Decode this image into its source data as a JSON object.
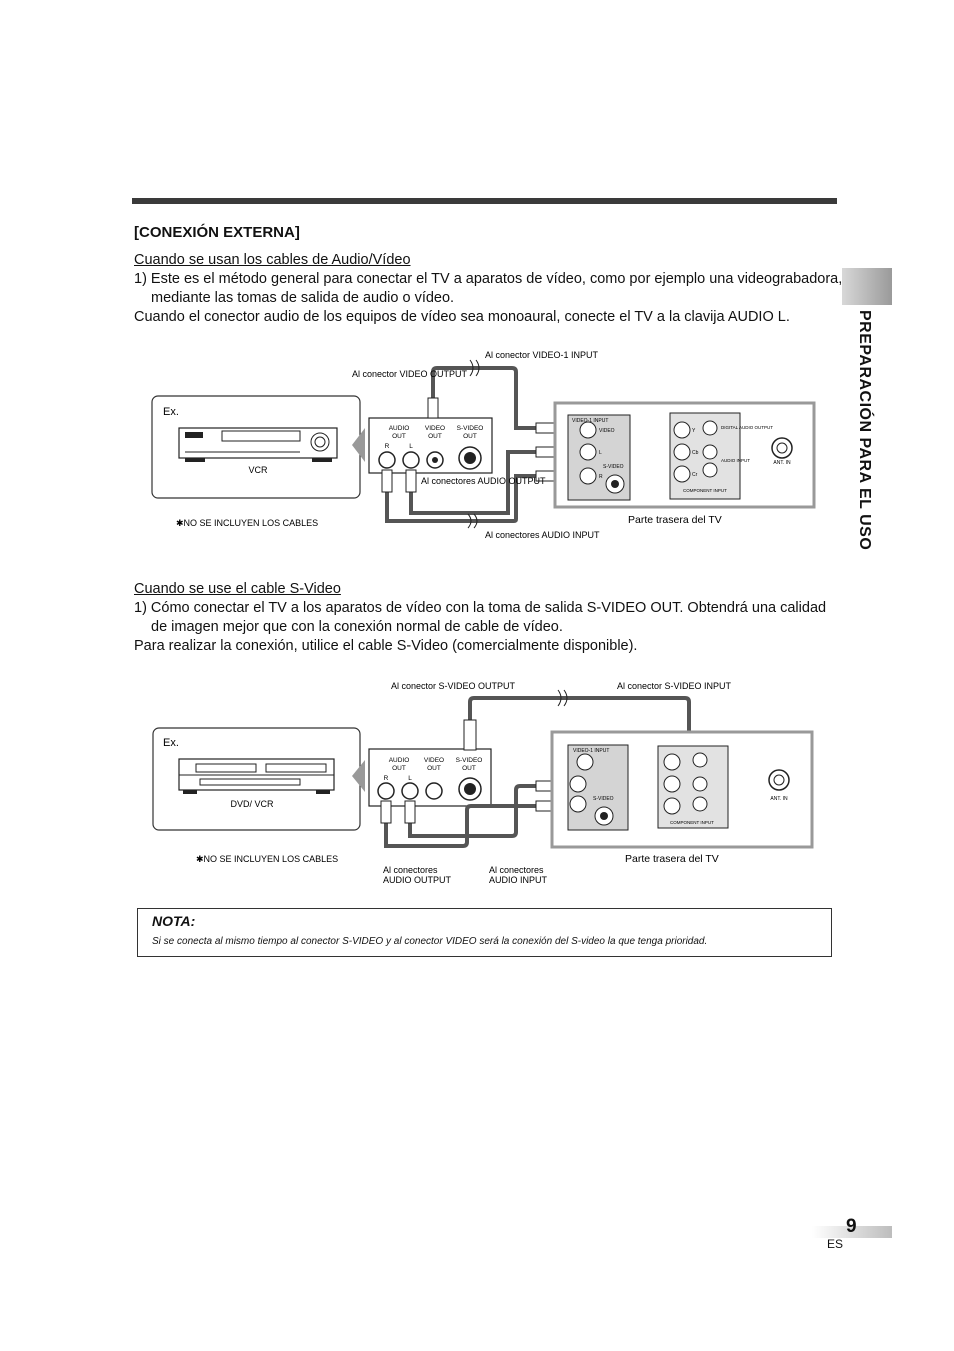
{
  "side_tab": {
    "label": "PREPARACIÓN PARA EL USO"
  },
  "section": {
    "title": "[CONEXIÓN EXTERNA]",
    "sub1": {
      "heading": "Cuando se usan los cables de Audio/Vídeo",
      "line1": "1) Este es el método general para conectar el TV a aparatos de vídeo, como por ejemplo una videograbadora,",
      "line2": "mediante las tomas de salida de audio o vídeo.",
      "line3": "Cuando el conector audio de los equipos de vídeo sea monoaural, conecte el TV a la clavija AUDIO L."
    },
    "sub2": {
      "heading": "Cuando se use el cable S-Video",
      "line1": "1) Cómo conectar el TV a los aparatos de vídeo con la toma de salida S-VIDEO OUT. Obtendrá una calidad",
      "line2": "de imagen mejor que con la conexión normal de cable de vídeo.",
      "line3": "Para realizar la conexión, utilice el cable S-Video (comercialmente disponible)."
    }
  },
  "diagram1": {
    "ex": "Ex.",
    "device": "VCR",
    "no_cables": "✱NO SE INCLUYEN LOS CABLES",
    "to_video_output": "Al conector VIDEO OUTPUT",
    "to_video1_input": "Al conector VIDEO-1 INPUT",
    "audio_output": "Al conectores AUDIO OUTPUT",
    "audio_input": "Al conectores AUDIO INPUT",
    "tv_back": "Parte trasera del TV",
    "jacks": {
      "audio_out": "AUDIO OUT",
      "video_out": "VIDEO OUT",
      "svideo_out": "S-VIDEO OUT",
      "r": "R",
      "l": "L"
    },
    "tv": {
      "video1_input": "VIDEO-1 INPUT",
      "video": "VIDEO",
      "l": "L",
      "r": "R",
      "svideo": "S-VIDEO",
      "y": "Y",
      "cb": "Cb",
      "cr": "Cr",
      "digital_audio": "DIGITAL AUDIO OUTPUT",
      "audio_input": "AUDIO INPUT",
      "component_input": "COMPONENT INPUT",
      "ant_in": "ANT. IN"
    }
  },
  "diagram2": {
    "ex": "Ex.",
    "device": "DVD/ VCR",
    "no_cables": "✱NO SE INCLUYEN LOS CABLES",
    "to_svideo_output": "Al conector S-VIDEO OUTPUT",
    "to_svideo_input": "Al conector S-VIDEO INPUT",
    "audio_output": "Al conectores AUDIO OUTPUT",
    "audio_input": "Al conectores AUDIO INPUT",
    "tv_back": "Parte trasera del TV"
  },
  "note": {
    "title": "NOTA:",
    "text": "Si se conecta al mismo tiempo al conector S-VIDEO y al conector VIDEO será la conexión del S-video la que tenga prioridad."
  },
  "footer": {
    "page": "9",
    "lang": "ES"
  }
}
